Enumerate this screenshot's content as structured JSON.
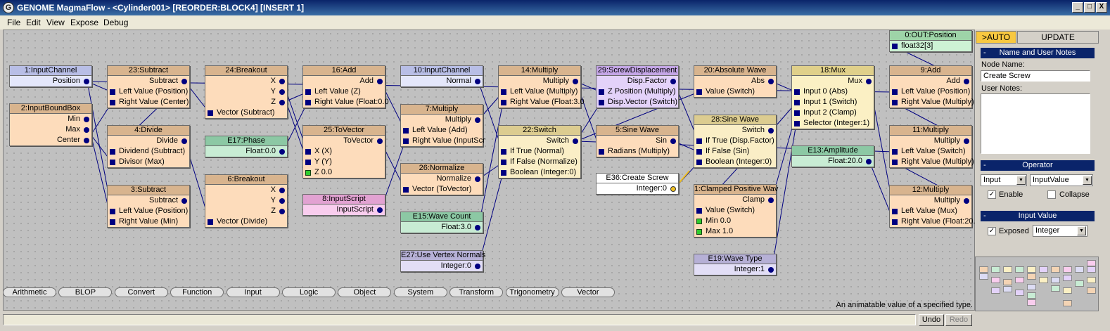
{
  "window": {
    "title": "GENOME MagmaFlow - <Cylinder001> [REORDER:BLOCK4] [INSERT 1]",
    "icon": "genome-app-icon",
    "controls": [
      "_",
      "□",
      "X"
    ]
  },
  "menu": [
    "File",
    "Edit",
    "View",
    "Expose",
    "Debug"
  ],
  "nodes": [
    {
      "title": "1:InputChannel",
      "rows": [
        {
          "dir": "out",
          "label": "Position"
        }
      ]
    },
    {
      "title": "2:InputBoundBox",
      "rows": [
        {
          "dir": "out",
          "label": "Min"
        },
        {
          "dir": "out",
          "label": "Max"
        },
        {
          "dir": "out",
          "label": "Center"
        }
      ]
    },
    {
      "title": "23:Subtract",
      "rows": [
        {
          "dir": "out",
          "label": "Subtract"
        },
        {
          "dir": "in",
          "label": "Left Value (Position)"
        },
        {
          "dir": "in",
          "label": "Right Value (Center)"
        }
      ]
    },
    {
      "title": "4:Divide",
      "rows": [
        {
          "dir": "out",
          "label": "Divide"
        },
        {
          "dir": "in",
          "label": "Dividend (Subtract)"
        },
        {
          "dir": "in",
          "label": "Divisor (Max)"
        }
      ]
    },
    {
      "title": "3:Subtract",
      "rows": [
        {
          "dir": "out",
          "label": "Subtract"
        },
        {
          "dir": "in",
          "label": "Left Value (Position)"
        },
        {
          "dir": "in",
          "label": "Right Value (Min)"
        }
      ]
    },
    {
      "title": "24:Breakout",
      "rows": [
        {
          "dir": "out",
          "label": "X"
        },
        {
          "dir": "out",
          "label": "Y"
        },
        {
          "dir": "out",
          "label": "Z"
        },
        {
          "dir": "in",
          "label": "Vector (Subtract)"
        }
      ]
    },
    {
      "title": "E17:Phase",
      "rows": [
        {
          "dir": "out",
          "label": "Float:0.0"
        }
      ]
    },
    {
      "title": "6:Breakout",
      "rows": [
        {
          "dir": "out",
          "label": "X"
        },
        {
          "dir": "out",
          "label": "Y"
        },
        {
          "dir": "out",
          "label": "Z"
        },
        {
          "dir": "in",
          "label": "Vector (Divide)"
        }
      ]
    },
    {
      "title": "16:Add",
      "rows": [
        {
          "dir": "out",
          "label": "Add"
        },
        {
          "dir": "in",
          "label": "Left Value (Z)"
        },
        {
          "dir": "in",
          "label": "Right Value (Float:0.0"
        }
      ]
    },
    {
      "title": "25:ToVector",
      "rows": [
        {
          "dir": "out",
          "label": "ToVector"
        },
        {
          "dir": "in",
          "label": "X (X)"
        },
        {
          "dir": "in",
          "label": "Y (Y)"
        },
        {
          "dir": "in",
          "label": "Z 0.0",
          "green": true
        }
      ]
    },
    {
      "title": "8:InputScript",
      "rows": [
        {
          "dir": "out",
          "label": "InputScript"
        }
      ]
    },
    {
      "title": "10:InputChannel",
      "rows": [
        {
          "dir": "out",
          "label": "Normal"
        }
      ]
    },
    {
      "title": "7:Multiply",
      "rows": [
        {
          "dir": "out",
          "label": "Multiply"
        },
        {
          "dir": "in",
          "label": "Left Value (Add)"
        },
        {
          "dir": "in",
          "label": "Right Value (InputScr"
        }
      ]
    },
    {
      "title": "26:Normalize",
      "rows": [
        {
          "dir": "out",
          "label": "Normalize"
        },
        {
          "dir": "in",
          "label": "Vector (ToVector)"
        }
      ]
    },
    {
      "title": "E15:Wave Count",
      "rows": [
        {
          "dir": "out",
          "label": "Float:3.0"
        }
      ]
    },
    {
      "title": "E27:Use Vertex Normals",
      "rows": [
        {
          "dir": "out",
          "label": "Integer:0"
        }
      ]
    },
    {
      "title": "14:Multiply",
      "rows": [
        {
          "dir": "out",
          "label": "Multiply"
        },
        {
          "dir": "in",
          "label": "Left Value (Multiply)"
        },
        {
          "dir": "in",
          "label": "Right Value (Float:3.0"
        }
      ]
    },
    {
      "title": "22:Switch",
      "rows": [
        {
          "dir": "out",
          "label": "Switch"
        },
        {
          "dir": "in",
          "label": "If True (Normal)"
        },
        {
          "dir": "in",
          "label": "If False (Normalize)"
        },
        {
          "dir": "in",
          "label": "Boolean (Integer:0)"
        }
      ]
    },
    {
      "title": "29:ScrewDisplacement",
      "rows": [
        {
          "dir": "out",
          "label": "Disp.Factor"
        },
        {
          "dir": "in",
          "label": "Z Position (Multiply)"
        },
        {
          "dir": "in",
          "label": "Disp.Vector (Switch)"
        }
      ]
    },
    {
      "title": "5:Sine Wave",
      "rows": [
        {
          "dir": "out",
          "label": "Sin"
        },
        {
          "dir": "in",
          "label": "Radians (Multiply)"
        }
      ]
    },
    {
      "title": "E36:Create Screw",
      "rows": [
        {
          "dir": "out",
          "label": "Integer:0",
          "gold": true
        }
      ]
    },
    {
      "title": "20:Absolute Wave",
      "rows": [
        {
          "dir": "out",
          "label": "Abs"
        },
        {
          "dir": "in",
          "label": "Value (Switch)"
        }
      ]
    },
    {
      "title": "28:Sine Wave",
      "rows": [
        {
          "dir": "out",
          "label": "Switch"
        },
        {
          "dir": "in",
          "label": "If True (Disp.Factor)"
        },
        {
          "dir": "in",
          "label": "If False (Sin)"
        },
        {
          "dir": "in",
          "label": "Boolean (Integer:0)"
        }
      ]
    },
    {
      "title": "1:Clamped Positive Wav",
      "rows": [
        {
          "dir": "out",
          "label": "Clamp"
        },
        {
          "dir": "in",
          "label": "Value (Switch)"
        },
        {
          "dir": "in",
          "label": "Min 0.0",
          "green": true
        },
        {
          "dir": "in",
          "label": "Max 1.0",
          "green": true
        }
      ]
    },
    {
      "title": "E19:Wave Type",
      "rows": [
        {
          "dir": "out",
          "label": "Integer:1"
        }
      ]
    },
    {
      "title": "18:Mux",
      "rows": [
        {
          "dir": "out",
          "label": "Mux"
        },
        {
          "dir": "in",
          "label": "Input 0 (Abs)"
        },
        {
          "dir": "in",
          "label": "Input 1 (Switch)"
        },
        {
          "dir": "in",
          "label": "Input 2 (Clamp)"
        },
        {
          "dir": "in",
          "label": "Selector (Integer:1)"
        }
      ]
    },
    {
      "title": "E13:Amplitude",
      "rows": [
        {
          "dir": "out",
          "label": "Float:20.0"
        }
      ]
    },
    {
      "title": "0:OUT:Position",
      "rows": [
        {
          "dir": "in",
          "label": "float32[3]"
        }
      ]
    },
    {
      "title": "9:Add",
      "rows": [
        {
          "dir": "out",
          "label": "Add"
        },
        {
          "dir": "in",
          "label": "Left Value (Position)"
        },
        {
          "dir": "in",
          "label": "Right Value (Multiply)"
        }
      ]
    },
    {
      "title": "11:Multiply",
      "rows": [
        {
          "dir": "out",
          "label": "Multiply"
        },
        {
          "dir": "in",
          "label": "Left Value (Switch)"
        },
        {
          "dir": "in",
          "label": "Right Value (Multiply)"
        }
      ]
    },
    {
      "title": "12:Multiply",
      "rows": [
        {
          "dir": "out",
          "label": "Multiply"
        },
        {
          "dir": "in",
          "label": "Left Value (Mux)"
        },
        {
          "dir": "in",
          "label": "Right Value (Float:20."
        }
      ]
    }
  ],
  "categories": [
    "Arithmetic",
    "BLOP",
    "Convert",
    "Function",
    "Input",
    "Logic",
    "Object",
    "System",
    "Transform",
    "Trigonometry",
    "Vector"
  ],
  "status": {
    "hint": "An animatable value of a specified type.",
    "undo": "Undo",
    "redo": "Redo"
  },
  "panel": {
    "tabs": {
      "auto": ">AUTO",
      "update": "UPDATE"
    },
    "name_section": {
      "header": "Name and User Notes",
      "name_label": "Node Name:",
      "name_value": "Create Screw",
      "notes_label": "User Notes:",
      "notes_value": ""
    },
    "operator_section": {
      "header": "Operator",
      "category": "Input",
      "operator": "InputValue",
      "enable_label": "Enable",
      "enable_checked": true,
      "collapse_label": "Collapse",
      "collapse_checked": false
    },
    "input_section": {
      "header": "Input Value",
      "exposed_label": "Exposed",
      "exposed_checked": true,
      "type": "Integer"
    }
  },
  "colors": {
    "wire": "#000080",
    "selected_socket": "#f0c020",
    "canvas_bg": "#c0c0c0",
    "panel_header": "#0a246a"
  }
}
